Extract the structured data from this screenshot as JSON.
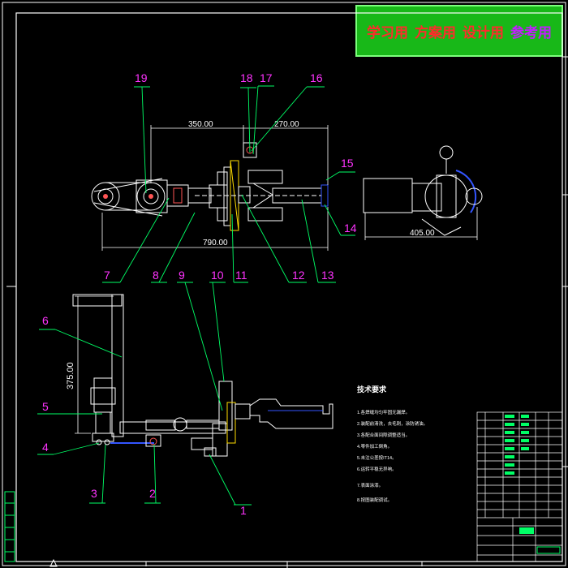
{
  "banner": {
    "items": [
      "学习用",
      "方案用",
      "设计用",
      "参考用"
    ]
  },
  "dimensions": {
    "top_left": "350.00",
    "top_right": "270.00",
    "overall": "790.00",
    "side": "405.00",
    "height": "375.00"
  },
  "part_labels": [
    "1",
    "2",
    "3",
    "4",
    "5",
    "6",
    "7",
    "8",
    "9",
    "10",
    "11",
    "12",
    "13",
    "14",
    "15",
    "16",
    "17",
    "18",
    "19"
  ],
  "notes": {
    "title": "技术要求",
    "lines": [
      "1.各焊缝均匀牢固无漏焊。",
      "2.装配前清洗，去毛刺，涂防锈油。",
      "3.各配合面间隙调整适当。",
      "4.零件加工倒角。",
      "5.未注公差按IT14。",
      "6.运转平稳无异响。",
      "7.表面涂漆。",
      "8.按图装配调试。"
    ]
  },
  "colors": {
    "line": "#ffffff",
    "leader": "#00ff66",
    "label": "#ff33ff",
    "dim": "#00ff66",
    "shaft": "#ff5555",
    "belt": "#3355ff",
    "accent": "#ffdd00"
  }
}
